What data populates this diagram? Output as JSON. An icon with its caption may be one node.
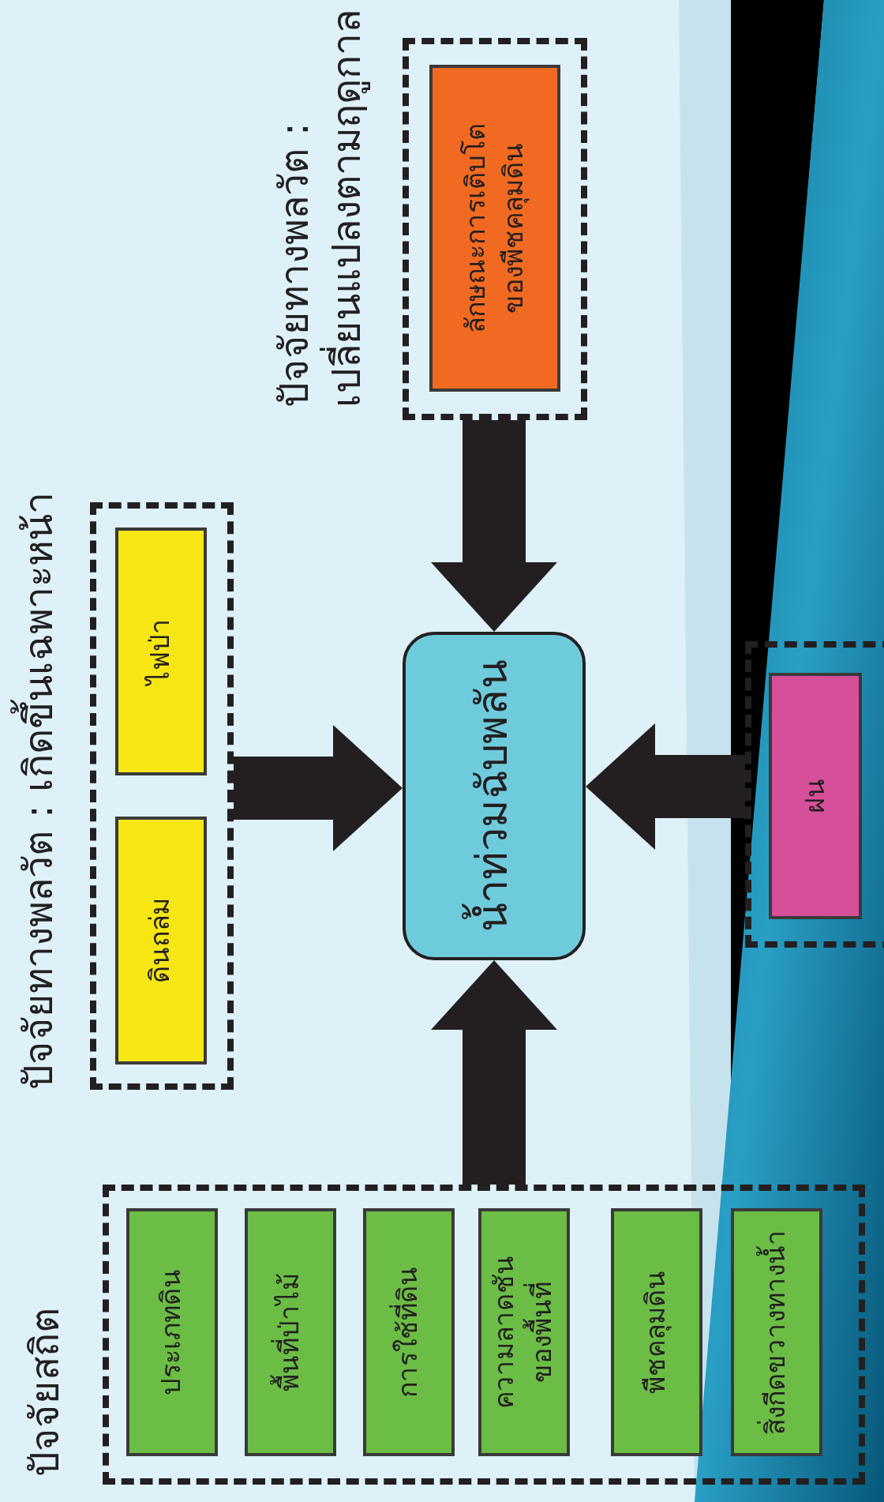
{
  "diagram": {
    "nodes": [
      {
        "text": [
          "ปัจจัยสถิต"
        ]
      },
      {
        "text": [
          "ประเภทดิน"
        ],
        "in": 0
      },
      {
        "text": [
          "พื้นที่ป่าไม้"
        ],
        "in": 0
      },
      {
        "text": [
          "การใช้ที่ดิน"
        ],
        "in": 0
      },
      {
        "text": [
          "ความลาดชัน ของพื้นที่"
        ],
        "in": 0
      },
      {
        "text": [
          "พืชคลุมดิน"
        ],
        "in": 0
      },
      {
        "text": [
          "สิ่งกีดขวางทางน้ำ"
        ],
        "in": 0
      },
      {
        "text": [
          "ปัจจัยทางพลวัต : เกิดขึ้นเฉพาะหน้า"
        ]
      },
      {
        "text": [
          "ดินถล่ม"
        ],
        "in": 7
      },
      {
        "text": [
          "ไฟป่า"
        ],
        "in": 7
      },
      {
        "text": [
          "ปัจจัยทางพลวัต : เปลี่ยนแปลงตามฤดูกาล"
        ]
      },
      {
        "text": [
          "ลักษณะการเติบโต ของพืชคลุมดิน"
        ],
        "in": 10
      },
      {
        "text": [
          "น้ำท่วมฉับพลัน"
        ]
      },
      {
        "text": [],
        "shape": "box"
      },
      {
        "text": [
          "ฝน"
        ],
        "in": 13
      }
    ],
    "edges": [
      {
        "from": 7,
        "to": 12,
        "arrow": "to"
      },
      {
        "from": 10,
        "to": 12,
        "arrow": "to"
      },
      {
        "from": 0,
        "to": 12,
        "arrow": "to"
      },
      {
        "from": 13,
        "to": 12,
        "arrow": "to"
      }
    ]
  }
}
